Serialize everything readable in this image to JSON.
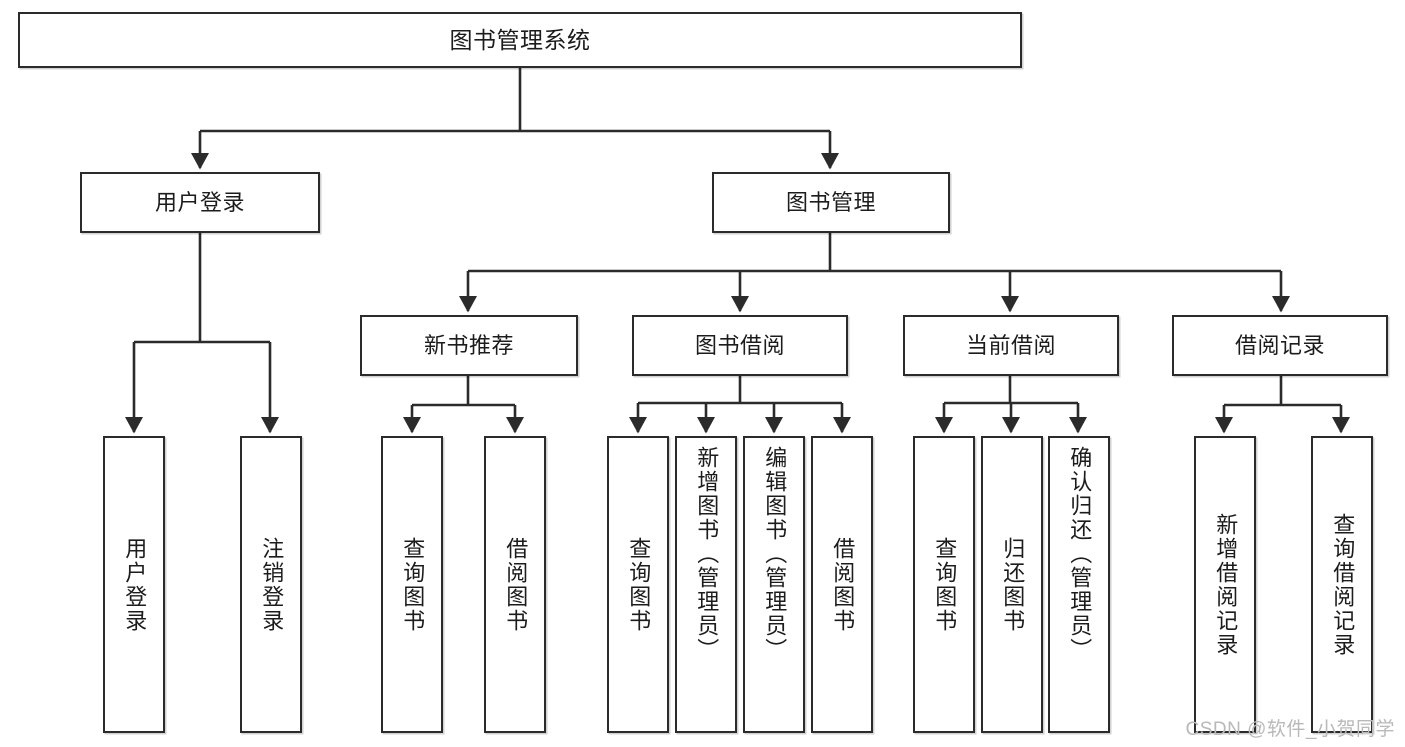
{
  "diagram": {
    "title": "图书管理系统",
    "type": "tree",
    "watermark": "CSDN @软件_小贺同学",
    "colors": {
      "box_border": "#2b2b2b",
      "box_fill": "#ffffff",
      "edge": "#2b2b2b",
      "background": "#ffffff",
      "watermark": "#b9b9b9"
    },
    "nodes": {
      "root": {
        "label": "图书管理系统"
      },
      "level1": [
        {
          "id": "user-login",
          "label": "用户登录"
        },
        {
          "id": "book-manage",
          "label": "图书管理"
        }
      ],
      "level2": [
        {
          "id": "new-book-recommend",
          "label": "新书推荐",
          "parent": "book-manage"
        },
        {
          "id": "book-borrow",
          "label": "图书借阅",
          "parent": "book-manage"
        },
        {
          "id": "current-borrow",
          "label": "当前借阅",
          "parent": "book-manage"
        },
        {
          "id": "borrow-record",
          "label": "借阅记录",
          "parent": "book-manage"
        }
      ],
      "leaves": [
        {
          "id": "leaf-user-login",
          "label": "用户登录",
          "parent": "user-login"
        },
        {
          "id": "leaf-logout",
          "label": "注销登录",
          "parent": "user-login"
        },
        {
          "id": "leaf-query-book-1",
          "label": "查询图书",
          "parent": "new-book-recommend"
        },
        {
          "id": "leaf-borrow-book-1",
          "label": "借阅图书",
          "parent": "new-book-recommend"
        },
        {
          "id": "leaf-query-book-2",
          "label": "查询图书",
          "parent": "book-borrow"
        },
        {
          "id": "leaf-add-book",
          "label": "新增图书（管理员）",
          "parent": "book-borrow"
        },
        {
          "id": "leaf-edit-book",
          "label": "编辑图书（管理员）",
          "parent": "book-borrow"
        },
        {
          "id": "leaf-borrow-book-2",
          "label": "借阅图书",
          "parent": "book-borrow"
        },
        {
          "id": "leaf-query-book-3",
          "label": "查询图书",
          "parent": "current-borrow"
        },
        {
          "id": "leaf-return-book",
          "label": "归还图书",
          "parent": "current-borrow"
        },
        {
          "id": "leaf-confirm-return",
          "label": "确认归还（管理员）",
          "parent": "current-borrow"
        },
        {
          "id": "leaf-add-record",
          "label": "新增借阅记录",
          "parent": "borrow-record"
        },
        {
          "id": "leaf-query-record",
          "label": "查询借阅记录",
          "parent": "borrow-record"
        }
      ]
    }
  }
}
